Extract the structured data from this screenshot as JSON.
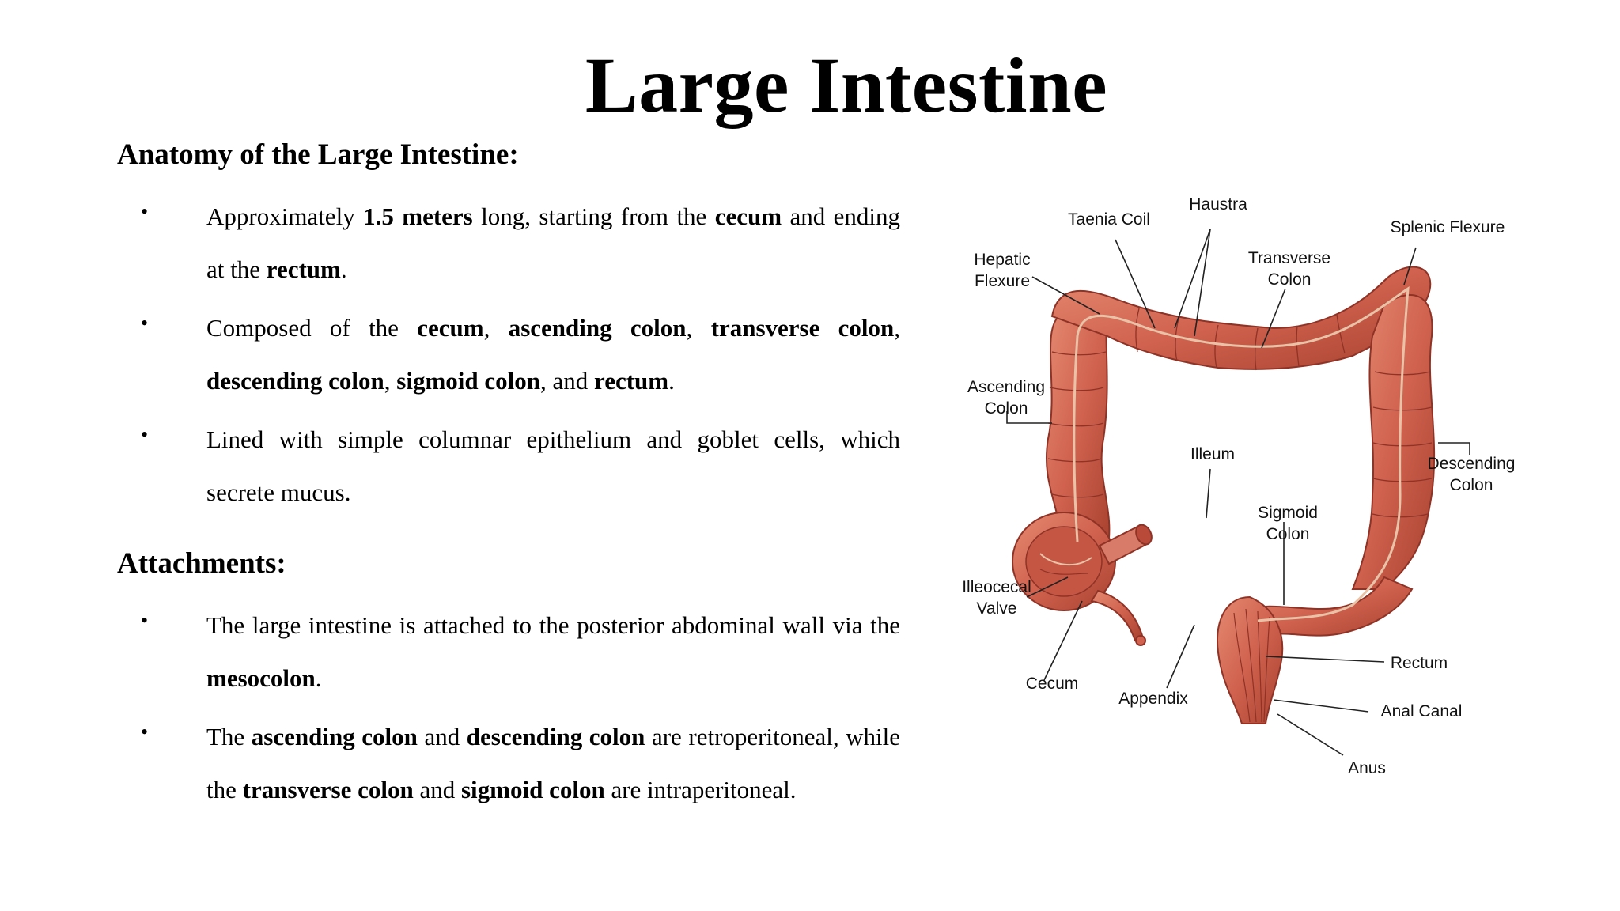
{
  "slide": {
    "title": "Large Intestine"
  },
  "sections": [
    {
      "heading": "Anatomy of the Large Intestine:",
      "bullets": [
        [
          {
            "t": "Approximately "
          },
          {
            "t": "1.5 meters",
            "b": true
          },
          {
            "t": " long, starting from the "
          },
          {
            "t": "cecum",
            "b": true
          },
          {
            "t": " and ending at the "
          },
          {
            "t": "rectum",
            "b": true
          },
          {
            "t": "."
          }
        ],
        [
          {
            "t": "Composed of the "
          },
          {
            "t": "cecum",
            "b": true
          },
          {
            "t": ", "
          },
          {
            "t": "ascending colon",
            "b": true
          },
          {
            "t": ", "
          },
          {
            "t": "transverse colon",
            "b": true
          },
          {
            "t": ", "
          },
          {
            "t": "descending colon",
            "b": true
          },
          {
            "t": ", "
          },
          {
            "t": "sigmoid colon",
            "b": true
          },
          {
            "t": ", and "
          },
          {
            "t": "rectum",
            "b": true
          },
          {
            "t": "."
          }
        ],
        [
          {
            "t": "Lined with simple columnar epithelium and goblet cells, which secrete mucus."
          }
        ]
      ]
    },
    {
      "heading": "Attachments:",
      "bullets": [
        [
          {
            "t": "The large intestine is attached to the posterior abdominal wall via the "
          },
          {
            "t": "mesocolon",
            "b": true
          },
          {
            "t": "."
          }
        ],
        [
          {
            "t": "The "
          },
          {
            "t": "ascending colon",
            "b": true
          },
          {
            "t": " and "
          },
          {
            "t": "descending colon",
            "b": true
          },
          {
            "t": " are retroperitoneal, while the "
          },
          {
            "t": "transverse colon",
            "b": true
          },
          {
            "t": " and "
          },
          {
            "t": "sigmoid colon",
            "b": true
          },
          {
            "t": " are intraperitoneal."
          }
        ]
      ]
    }
  ],
  "diagram": {
    "labels": {
      "haustra": "Haustra",
      "taenia_coil": "Taenia Coil",
      "splenic_flexure": "Splenic Flexure",
      "hepatic_flexure_1": "Hepatic",
      "hepatic_flexure_2": "Flexure",
      "transverse_colon_1": "Transverse",
      "transverse_colon_2": "Colon",
      "ascending_colon_1": "Ascending",
      "ascending_colon_2": "Colon",
      "illeum": "Illeum",
      "descending_colon_1": "Descending",
      "descending_colon_2": "Colon",
      "sigmoid_colon_1": "Sigmoid",
      "sigmoid_colon_2": "Colon",
      "illeocecal_valve_1": "Illeocecal",
      "illeocecal_valve_2": "Valve",
      "cecum": "Cecum",
      "appendix": "Appendix",
      "rectum": "Rectum",
      "anal_canal": "Anal Canal",
      "anus": "Anus"
    },
    "colors": {
      "tissue": "#d0624f",
      "tissue_dark": "#8e3326",
      "tissue_light": "#e58a72",
      "taenia": "#e9c3a8"
    }
  }
}
